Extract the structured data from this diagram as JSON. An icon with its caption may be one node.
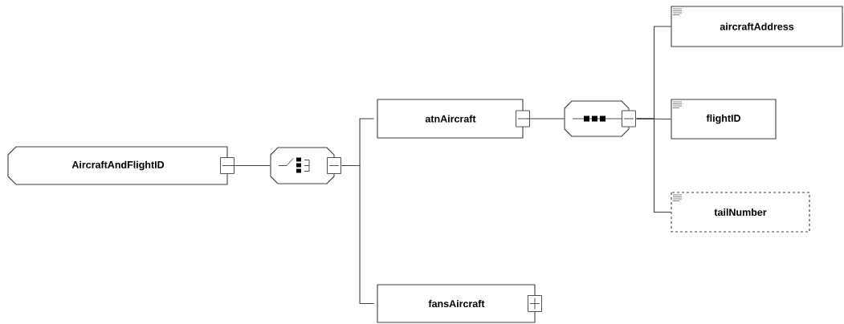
{
  "diagram": {
    "nodes": [
      {
        "text": [
          "AircraftAndFlightID"
        ]
      },
      {
        "text": [],
        "shape": "octagon"
      },
      {
        "text": [
          "atnAircraft"
        ]
      },
      {
        "text": [
          "fansAircraft"
        ]
      },
      {
        "text": [],
        "shape": "octagon"
      },
      {
        "text": [
          "aircraftAddress"
        ]
      },
      {
        "text": [
          "flightID"
        ]
      },
      {
        "text": [
          "tailNumber"
        ]
      }
    ],
    "edges": [
      {
        "from": 0,
        "to": 1,
        "arrow": "none"
      },
      {
        "from": 1,
        "to": 2,
        "arrow": "none"
      },
      {
        "from": 1,
        "to": 3,
        "arrow": "none"
      },
      {
        "from": 2,
        "to": 4,
        "arrow": "none"
      },
      {
        "from": 4,
        "to": 5,
        "arrow": "none"
      },
      {
        "from": 4,
        "to": 6,
        "arrow": "none"
      },
      {
        "from": 4,
        "to": 7,
        "arrow": "none"
      }
    ]
  }
}
